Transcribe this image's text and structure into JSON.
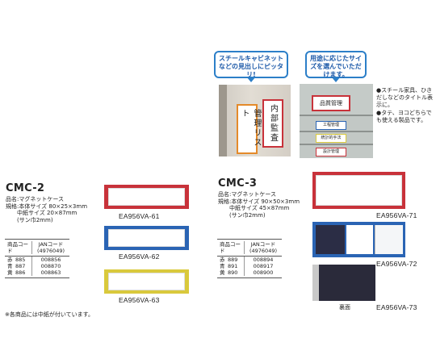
{
  "callouts": {
    "left": "スチールキャビネットなどの見出しにピッタリ!",
    "right": "用途に応じたサイズを選んでいただけます。"
  },
  "photo_left": {
    "labels": [
      "管理リスト",
      "内部監査"
    ]
  },
  "photo_right": {
    "labels": [
      "品質管理",
      "工程管理",
      "統計的手法",
      "設計管理"
    ]
  },
  "bullets": [
    "●スチール家具、ひきだしなどのタイトル表示に。",
    "●タテ、ヨコどちらでも使える製品です。"
  ],
  "cmc2": {
    "heading": "CMC-2",
    "spec": "品名:マグネットケース\n規格:本体サイズ 80×25×3mm\n　　中紙サイズ 20×87mm\n　　(サン巾2mm)",
    "table": {
      "headers": [
        "商品コード",
        "JANコード\n(4976049)"
      ],
      "rows": [
        {
          "color": "赤",
          "code": "885",
          "jan": "008856"
        },
        {
          "color": "青",
          "code": "887",
          "jan": "008870"
        },
        {
          "color": "黄",
          "code": "886",
          "jan": "008863"
        }
      ]
    },
    "products": [
      {
        "code": "EA956VA-61",
        "color": "#c8323a"
      },
      {
        "code": "EA956VA-62",
        "color": "#2a64b4"
      },
      {
        "code": "EA956VA-63",
        "color": "#d9c93c"
      }
    ]
  },
  "cmc3": {
    "heading": "CMC-3",
    "spec": "品名:マグネットケース\n規格:本体サイズ 90×50×3mm\n　　中紙サイズ 45×87mm\n　　(サン巾2mm)",
    "table": {
      "headers": [
        "商品コード",
        "JANコード\n(4976049)"
      ],
      "rows": [
        {
          "color": "赤",
          "code": "889",
          "jan": "008894"
        },
        {
          "color": "青",
          "code": "891",
          "jan": "008917"
        },
        {
          "color": "黄",
          "code": "890",
          "jan": "008900"
        }
      ]
    },
    "products": [
      {
        "code": "EA956VA-71",
        "color": "#c8323a"
      },
      {
        "code": "EA956VA-72",
        "color": "#2a64b4"
      },
      {
        "code": "EA956VA-73",
        "color": "#2a2a3a"
      }
    ],
    "back_label": "裏面"
  },
  "footnote": "※各商品には中紙が付いています。"
}
